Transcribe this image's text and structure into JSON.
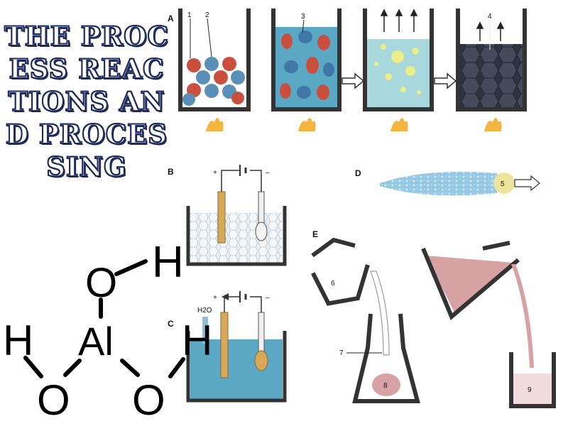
{
  "title": "THE PROCESS REACTIONS AND PROCESSING",
  "molecule": {
    "atoms": [
      "H",
      "O",
      "Al",
      "H",
      "O",
      "O",
      "H"
    ]
  },
  "panels": {
    "a": "A",
    "b": "B",
    "c": "C",
    "d": "D",
    "e": "E"
  },
  "numbers": [
    "1",
    "2",
    "3",
    "4",
    "5",
    "6",
    "7",
    "8",
    "9"
  ],
  "water_label": "H2O",
  "electrodes": {
    "plus": "+",
    "minus": "–"
  },
  "colors": {
    "title_fill": "#ffffff",
    "title_outline": "#1e2a5a",
    "vessel": "#3a3a3a",
    "red_ball": "#c9503f",
    "blue_ball": "#5a8fb8",
    "liquid_blue": "#5aa8c4",
    "melt": "#a9d8dc",
    "crystal": "#3c4150",
    "flame": "#f2b540",
    "pink": "#d7a2a4"
  }
}
